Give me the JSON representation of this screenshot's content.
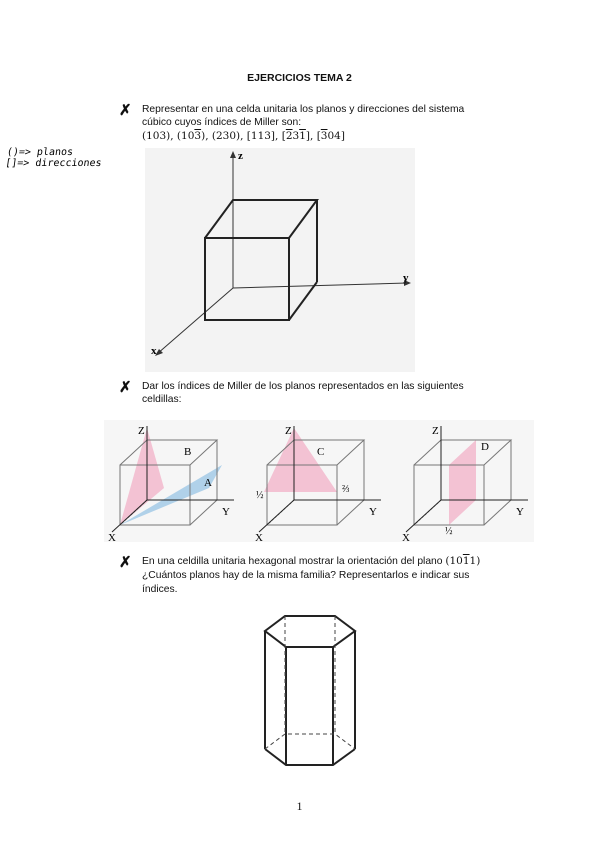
{
  "page": {
    "title": "EJERCICIOS TEMA 2",
    "page_number": "1",
    "bullet_mark": "✗"
  },
  "side_note": {
    "line1": "()=> planos",
    "line2": "[]=> direcciones"
  },
  "ex1": {
    "line1": "Representar en una celda unitaria los planos y direcciones del sistema",
    "line2": "cúbico cuyos índices de Miller son:",
    "indices": [
      {
        "text": "(103)",
        "bar": [],
        "paren": "round"
      },
      {
        "text": "(103)",
        "bar": [
          2
        ],
        "paren": "round"
      },
      {
        "text": "(230)",
        "bar": [],
        "paren": "round"
      },
      {
        "text": "[113]",
        "bar": [],
        "paren": "square"
      },
      {
        "text": "[231]",
        "bar": [
          0,
          2
        ],
        "paren": "square"
      },
      {
        "text": "[304]",
        "bar": [
          0
        ],
        "paren": "square"
      }
    ],
    "axes": {
      "z": "z",
      "y": "y",
      "x": "x"
    }
  },
  "ex2": {
    "line1": "Dar los índices de Miller de los planos representados en las siguientes",
    "line2": "celdillas:",
    "cells": [
      {
        "Z": "Z",
        "Y": "Y",
        "X": "X",
        "labels": [
          "B",
          "A"
        ]
      },
      {
        "Z": "Z",
        "Y": "Y",
        "X": "X",
        "labels": [
          "C",
          "½",
          "⅔"
        ]
      },
      {
        "Z": "Z",
        "Y": "Y",
        "X": "X",
        "labels": [
          "D",
          "½"
        ]
      }
    ],
    "colors": {
      "pink": "#f2b8cc",
      "blue": "#a9cde8"
    }
  },
  "ex3": {
    "line1_prefix": "En una celdilla unitaria hexagonal mostrar la orientación del plano",
    "plane": "(1011)",
    "line2": "¿Cuántos planos hay de la misma familia? Representarlos e indicar sus",
    "line3": "índices."
  }
}
